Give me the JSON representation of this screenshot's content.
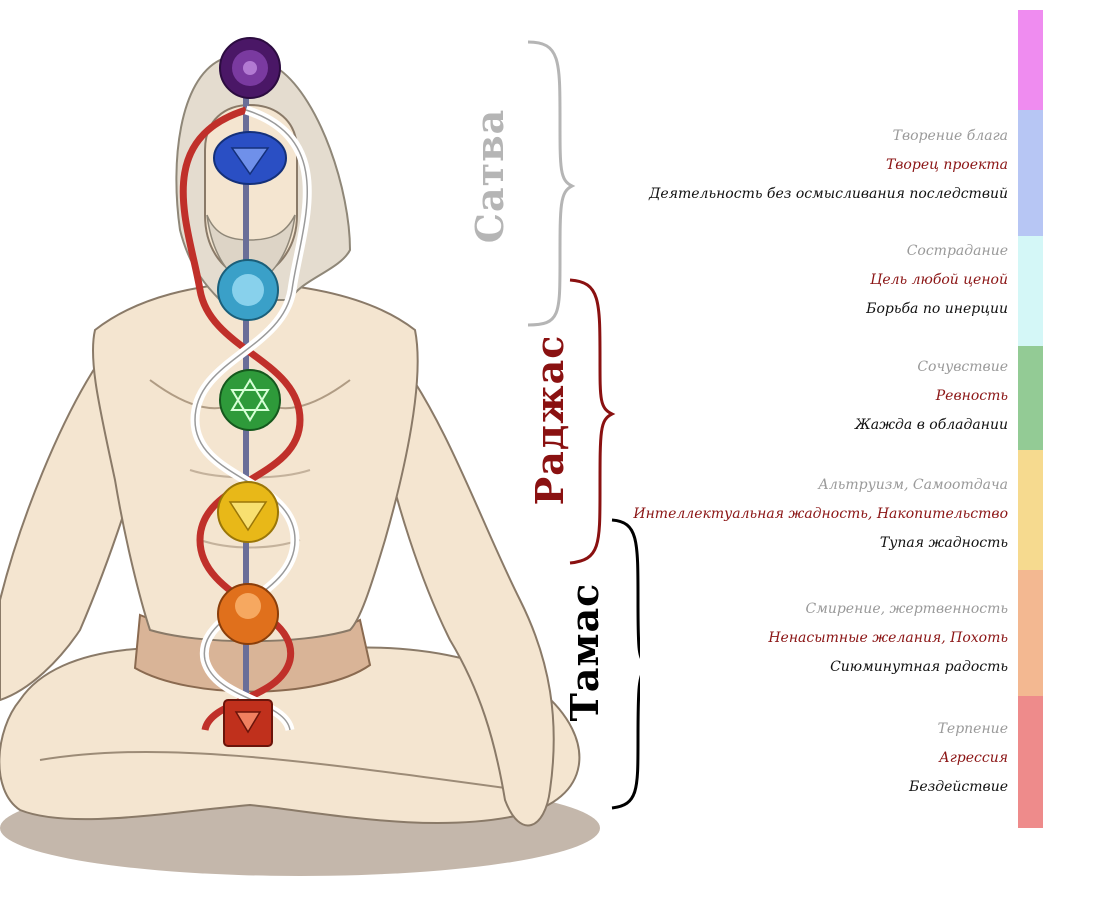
{
  "gunas": {
    "sattva": "Сатва",
    "rajas": "Раджас",
    "tamas": "Тамас"
  },
  "levels": [
    {
      "sattva": "",
      "rajas": "",
      "tamas": "",
      "color": "#ef8cf0"
    },
    {
      "sattva": "Творение блага",
      "rajas": "Творец проекта",
      "tamas": "Деятельность без осмысливания последствий",
      "color": "#b7c6f4"
    },
    {
      "sattva": "Сострадание",
      "rajas": "Цель любой ценой",
      "tamas": "Борьба по инерции",
      "color": "#d4f7f7"
    },
    {
      "sattva": "Сочувствие",
      "rajas": "Ревность",
      "tamas": "Жажда в обладании",
      "color": "#93cb95"
    },
    {
      "sattva": "Альтруизм, Самоотдача",
      "rajas": "Интеллектуальная жадность, Накопительство",
      "tamas": "Тупая жадность",
      "color": "#f6da8f"
    },
    {
      "sattva": "Смирение, жертвенность",
      "rajas": "Ненасытные желания, Похоть",
      "tamas": "Сиюминутная радость",
      "color": "#f3b891"
    },
    {
      "sattva": "Терпение",
      "rajas": "Агрессия",
      "tamas": "Бездействие",
      "color": "#ee8b8b"
    }
  ],
  "colors": {
    "sattva": "#b5b5b5",
    "rajas": "#8a1111",
    "tamas": "#000000",
    "chakra_crown": "#5a1e7a",
    "chakra_third_eye": "#2a4fc4",
    "chakra_throat": "#3aa0c8",
    "chakra_heart": "#2e9a3a",
    "chakra_solar": "#e8b818",
    "chakra_sacral": "#e0701c",
    "chakra_root": "#c0301c"
  },
  "icons": {
    "figure": "meditating-figure-icon",
    "crown": "crown-chakra-icon",
    "third_eye": "third-eye-chakra-icon",
    "throat": "throat-chakra-icon",
    "heart": "heart-chakra-icon",
    "solar": "solar-plexus-chakra-icon",
    "sacral": "sacral-chakra-icon",
    "root": "root-chakra-icon"
  }
}
